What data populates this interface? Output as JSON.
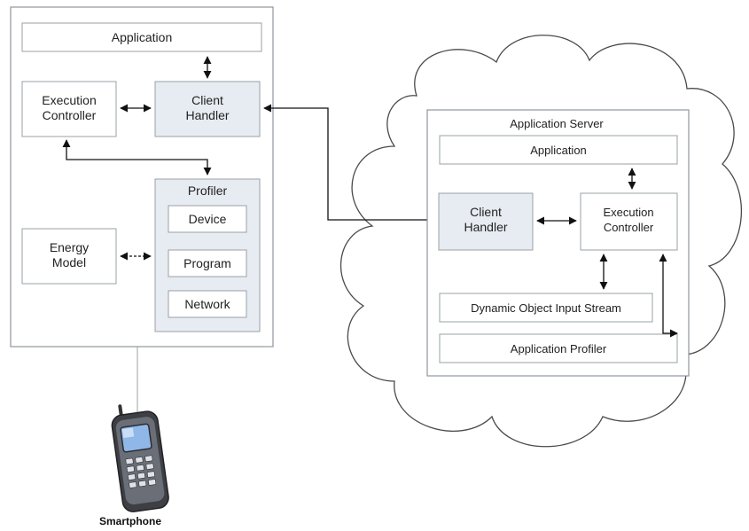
{
  "smartphone": {
    "application": "Application",
    "execution_controller": [
      "Execution",
      "Controller"
    ],
    "client_handler": [
      "Client",
      "Handler"
    ],
    "profiler": {
      "title": "Profiler",
      "items": [
        "Device",
        "Program",
        "Network"
      ]
    },
    "energy_model": [
      "Energy",
      "Model"
    ],
    "caption": "Smartphone"
  },
  "server": {
    "title": "Application Server",
    "application": "Application",
    "client_handler": [
      "Client",
      "Handler"
    ],
    "execution_controller": [
      "Execution",
      "Controller"
    ],
    "input_stream": "Dynamic Object Input Stream",
    "app_profiler": "Application Profiler"
  },
  "colors": {
    "frame_border": "#8f969d",
    "shaded_box": "#e7ecf2",
    "line": "#111111",
    "phone_body": "#3d3f45",
    "phone_screen": "#8fb8e8"
  }
}
